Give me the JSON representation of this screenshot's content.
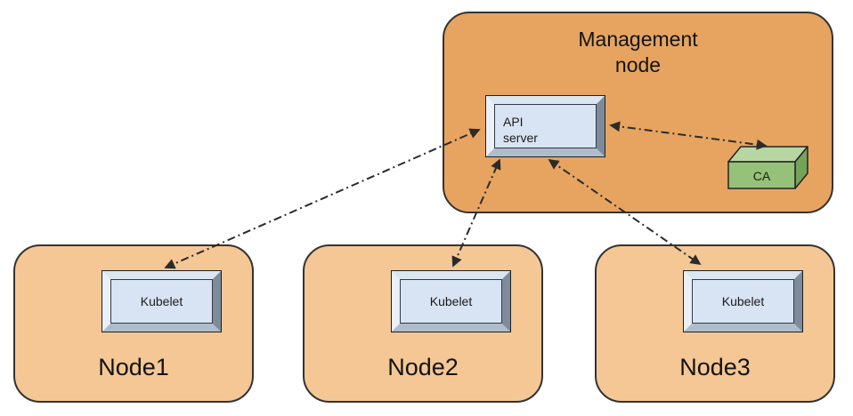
{
  "management_node": {
    "label": "Management node",
    "api_server_label": "API server",
    "ca_label": "CA"
  },
  "nodes": [
    {
      "label": "Node1",
      "component_label": "Kubelet"
    },
    {
      "label": "Node2",
      "component_label": "Kubelet"
    },
    {
      "label": "Node3",
      "component_label": "Kubelet"
    }
  ],
  "connections": [
    {
      "from": "Kubelet (Node1)",
      "to": "API server",
      "style": "dash-dot",
      "bidirectional": true
    },
    {
      "from": "Kubelet (Node2)",
      "to": "API server",
      "style": "dash-dot",
      "bidirectional": true
    },
    {
      "from": "Kubelet (Node3)",
      "to": "API server",
      "style": "dash-dot",
      "bidirectional": true
    },
    {
      "from": "API server",
      "to": "CA",
      "style": "dash-dot",
      "bidirectional": true
    }
  ],
  "colors": {
    "management_fill": "#E7A460",
    "worker_fill": "#F4C795",
    "box_face": "#D8E3F3",
    "ca_front": "#95C178",
    "ca_top": "#B8D6A2",
    "ca_side": "#74A35C",
    "outline": "#333333",
    "arrow": "#2b2b2b"
  }
}
